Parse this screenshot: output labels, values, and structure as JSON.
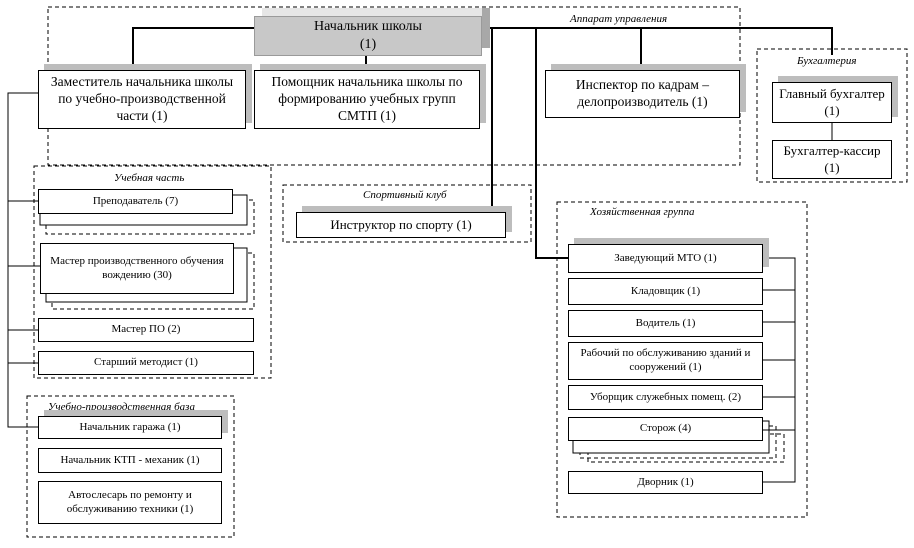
{
  "head": {
    "title": "Начальник школы",
    "count": "(1)"
  },
  "groups": {
    "management": "Аппарат управления",
    "accounting": "Бухгалтерия",
    "education": "Учебная часть",
    "sport": "Спортивный клуб",
    "household": "Хозяйственная группа",
    "base": "Учебно-производственная база"
  },
  "management": {
    "deputy": "Заместитель начальника школы по учебно-производственной части (1)",
    "assistant": "Помощник начальника школы по формированию учебных групп СМТП (1)",
    "hr": "Инспектор по кадрам – делопроизводитель (1)"
  },
  "accounting": {
    "chief": "Главный бухгалтер (1)",
    "cashier": "Бухгалтер-кассир (1)"
  },
  "education": {
    "teacher": "Преподаватель (7)",
    "instructor": "Мастер производственного обучения вождению (30)",
    "master_po": "Мастер ПО (2)",
    "methodist": "Старший методист (1)"
  },
  "sport": {
    "instructor": "Инструктор по спорту (1)"
  },
  "household": {
    "mto": "Заведующий МТО (1)",
    "storekeeper": "Кладовщик (1)",
    "driver": "Водитель (1)",
    "worker": "Рабочий по обслуживанию зданий и сооружений (1)",
    "cleaner": "Уборщик служебных помещ. (2)",
    "guard": "Сторож (4)",
    "janitor": "Дворник (1)"
  },
  "base": {
    "garage": "Начальник гаража (1)",
    "ktp": "Начальник КТП - механик (1)",
    "mechanic": "Автослесарь по ремонту и обслуживанию техники (1)"
  }
}
